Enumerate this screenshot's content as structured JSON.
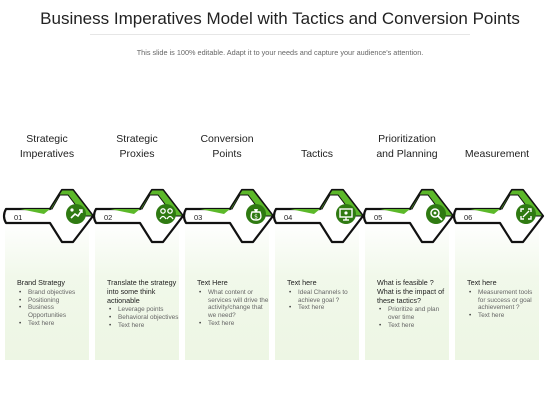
{
  "title": "Business Imperatives Model with Tactics and Conversion Points",
  "subtitle": "This slide is 100% editable. Adapt it to your needs and capture your audience's attention.",
  "colors": {
    "accent": "#5cb82a",
    "accent_dark": "#2f7a12",
    "outline": "#111111",
    "panel": "#eef6e6"
  },
  "columns": [
    {
      "number": "01",
      "heading": "Strategic\nImperatives",
      "icon": "growth-chart-icon",
      "lead": "Brand Strategy",
      "bullets": [
        "Brand objectives",
        "Positioning",
        "Business Opportunities",
        "Text here"
      ]
    },
    {
      "number": "02",
      "heading": "Strategic\nProxies",
      "icon": "people-network-icon",
      "lead": "Translate the strategy into some think actionable",
      "bullets": [
        "Leverage points",
        "Behavioral objectives",
        "Text here"
      ]
    },
    {
      "number": "03",
      "heading": "Conversion\nPoints",
      "icon": "money-bag-icon",
      "lead": "Text Here",
      "bullets": [
        "What content or services will drive the activity/change that we need?",
        "Text here"
      ]
    },
    {
      "number": "04",
      "heading": "Tactics",
      "icon": "presentation-board-icon",
      "lead": "Text here",
      "bullets": [
        "Ideal Channels to achieve goal ?",
        "Text here"
      ]
    },
    {
      "number": "05",
      "heading": "Prioritization\nand Planning",
      "icon": "magnifier-gear-icon",
      "lead": "What is feasible ? What is the impact of these tactics?",
      "bullets": [
        "Prioritize and plan over time",
        "Text here"
      ]
    },
    {
      "number": "06",
      "heading": "Measurement",
      "icon": "measure-frame-icon",
      "lead": "Text here",
      "bullets": [
        "Measurement tools for success or goal achievement ?",
        "Text here"
      ]
    }
  ]
}
